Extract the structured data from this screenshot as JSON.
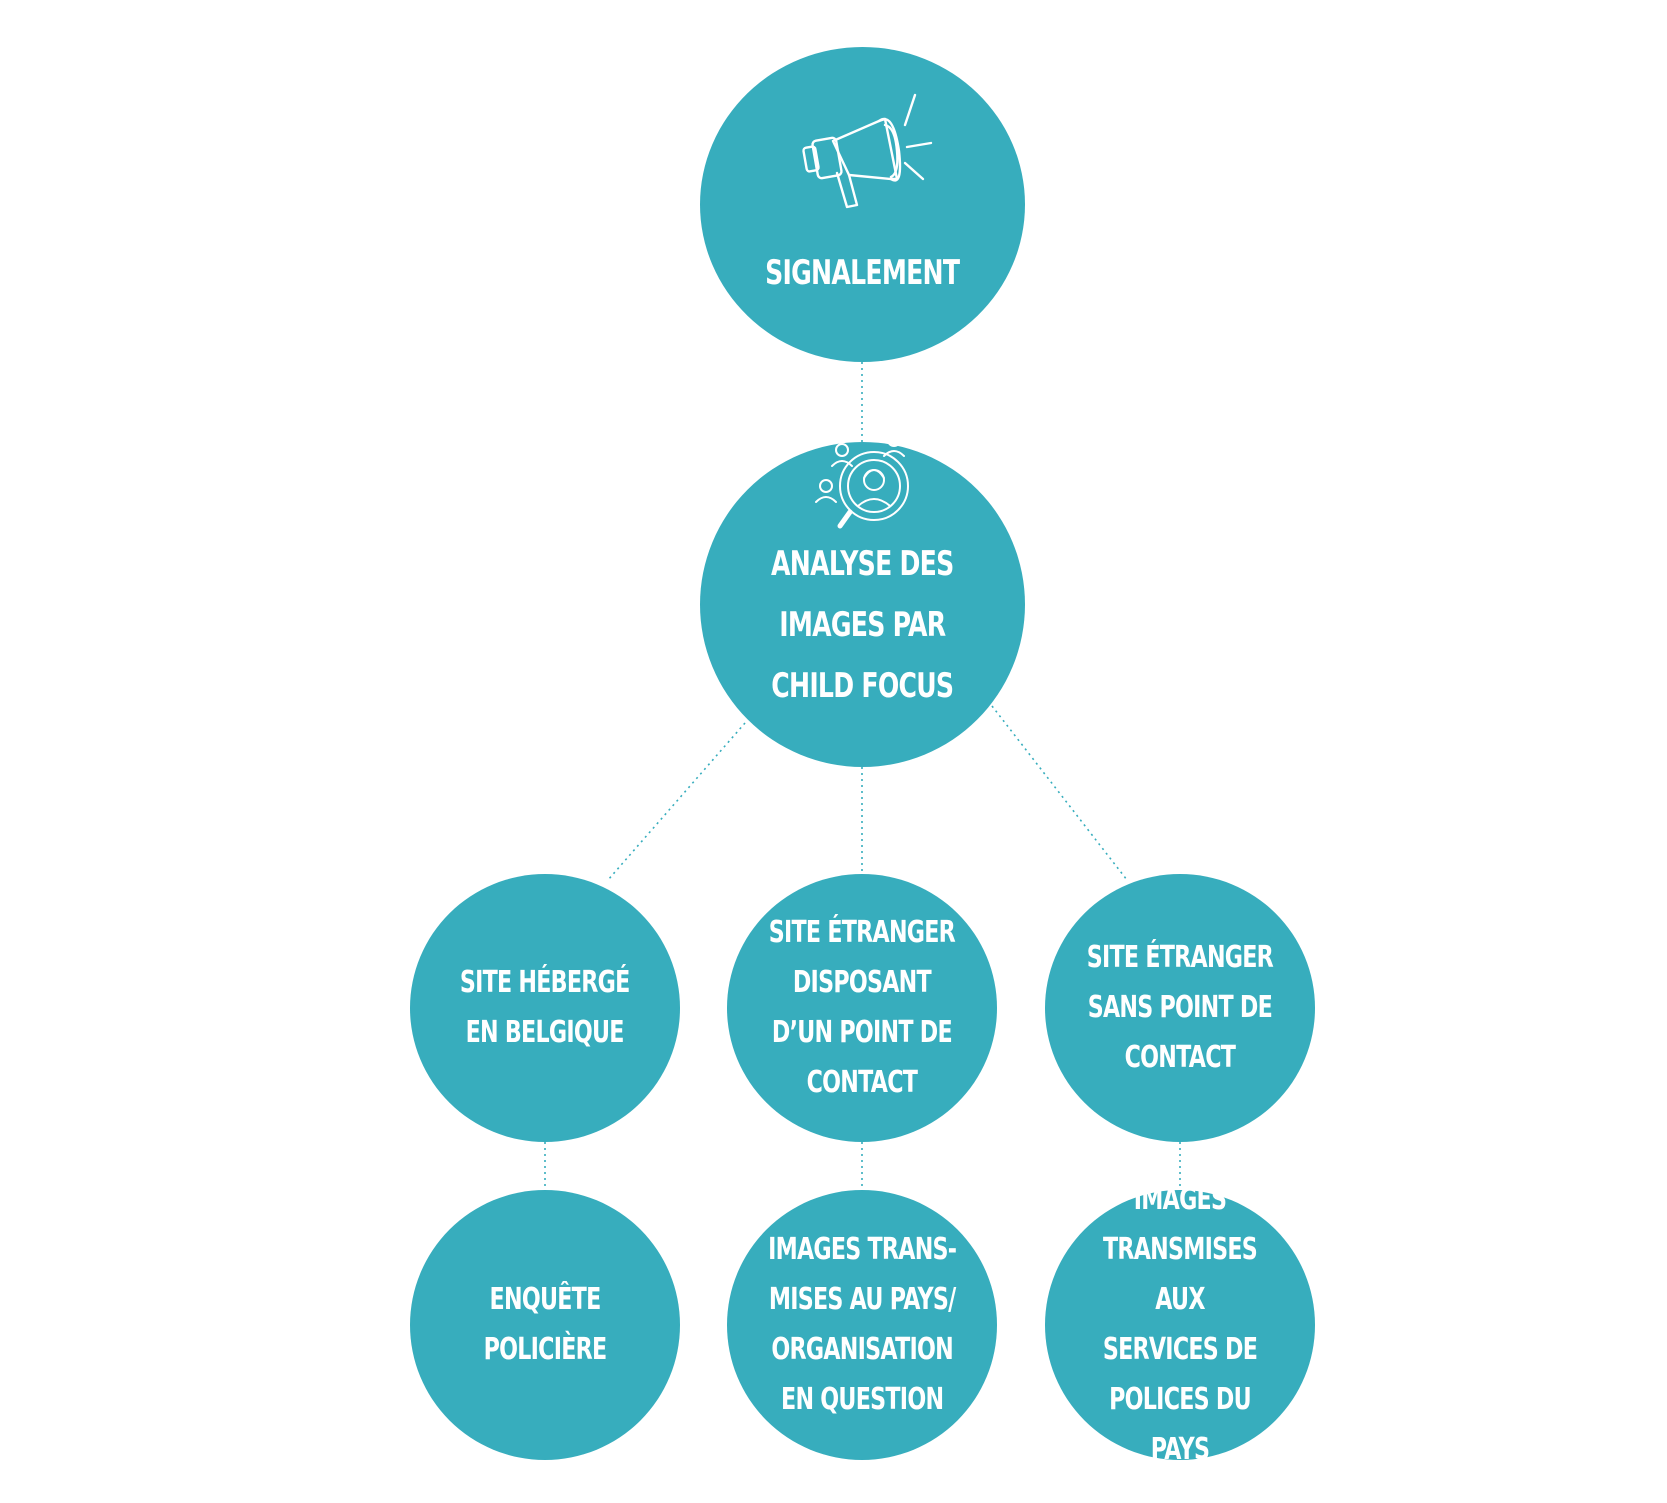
{
  "colors": {
    "node_fill": "#37adbd",
    "node_text": "#ffffff",
    "connector": "#37adbd"
  },
  "icons": {
    "signalement": "megaphone-icon",
    "analyse": "magnifier-people-icon"
  },
  "nodes": {
    "signalement": {
      "label": "SIGNALEMENT"
    },
    "analyse": {
      "label": "ANALYSE DES\nIMAGES PAR\nCHILD FOCUS"
    },
    "site_belgique": {
      "label": "SITE HÉBERGÉ\nEN BELGIQUE"
    },
    "site_point_contact": {
      "label": "SITE ÉTRANGER\nDISPOSANT\nD’UN POINT DE\nCONTACT"
    },
    "site_sans_point_contact": {
      "label": "SITE ÉTRANGER\nSANS POINT DE\nCONTACT"
    },
    "enquete": {
      "label": "ENQUÊTE\nPOLICIÈRE"
    },
    "images_pays": {
      "label": "IMAGES TRANS-\nMISES AU PAYS/\nORGANISATION\nEN QUESTION"
    },
    "images_polices": {
      "label": "IMAGES\nTRANSMISES AUX\nSERVICES DE\nPOLICES DU PAYS"
    }
  },
  "edges": [
    {
      "from": "signalement",
      "to": "analyse"
    },
    {
      "from": "analyse",
      "to": "site_belgique"
    },
    {
      "from": "analyse",
      "to": "site_point_contact"
    },
    {
      "from": "analyse",
      "to": "site_sans_point_contact"
    },
    {
      "from": "site_belgique",
      "to": "enquete"
    },
    {
      "from": "site_point_contact",
      "to": "images_pays"
    },
    {
      "from": "site_sans_point_contact",
      "to": "images_polices"
    }
  ]
}
